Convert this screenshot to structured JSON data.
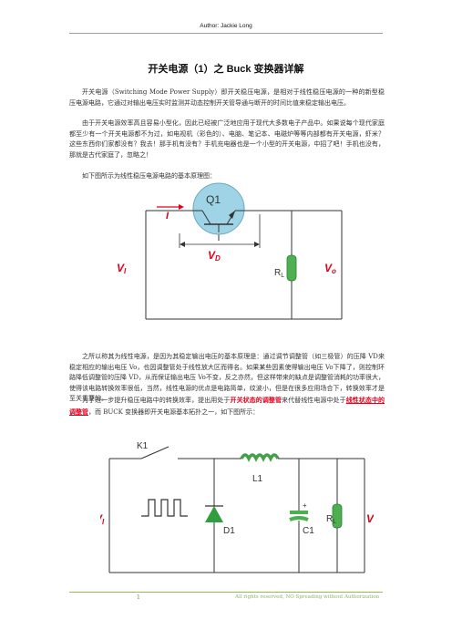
{
  "header": {
    "author": "Author: Jackie Long"
  },
  "title": "开关电源（1）之 Buck 变换器详解",
  "para1": "开关电源（Switching Mode Power Supply）即开关稳压电源，是相对于线性稳压电源的一种的新型稳压电源电路，它通过对输出电压实时监测并动态控制开关管导通与断开的时间比值来稳定输出电压。",
  "para2": "由于开关电源效率高且容易小型化，因此已经被广泛地应用于现代大多数电子产品中。如果说每个现代家庭都至少有一个开关电源都不为过，如电视机（彩色的）、电脑、笔记本、电磁炉等等内部都有开关电源，虾米？这些东西你们家都没有？我去！那手机有没有？手机充电器也是一个小型的开关电源，中招了吧！手机也没有，那就是古代家庭了，忽略之！",
  "para3": "如下图所示为线性稳压电源电路的基本原理图：",
  "circuit1": {
    "q1": "Q1",
    "i": "I",
    "vd": "V",
    "vd_sub": "D",
    "vi": "V",
    "vi_sub": "I",
    "rl": "R",
    "rl_sub": "L",
    "vo": "V",
    "vo_sub": "o"
  },
  "para4": "之所以称其为线性电源，是因为其稳定输出电压的基本原理是：通过调节调整管（如三极管）的压降 VD来稳定相应的输出电压 Vo，也因调整管处于线性放大区而得名。如果某些因素使得输出电压 Vo下降了，则控制环路降低调整管的压降 VD，从而保证输出电压 Vo不变，反之亦然，但这样带来的缺点是调整管消耗的功率很大，使得该电路转换效率很低，当然，线性电源的优点是电路简单，纹波小，但是在很多应用场合下，转换效率才是至关重要的。",
  "para5": {
    "a": "为了进一步提升稳压电路中的转换效率，提出用处于",
    "b": "开关状态的调整管",
    "c": "来代替线性电源中处于",
    "d": "线性状态中的调整管",
    "e": "，而 BUCK 变换器即开关电源基本拓扑之一，如下图所示："
  },
  "circuit2": {
    "k1": "K1",
    "l1": "L1",
    "d1": "D1",
    "c1": "C1",
    "plus": "+",
    "rl": "R",
    "rl_sub": "L",
    "vi": "V",
    "vi_sub": "I",
    "vo": "V",
    "vo_sub": "o"
  },
  "footer": {
    "page": "1",
    "rights": "All rights reserved, NO Spreading without Authorization"
  }
}
